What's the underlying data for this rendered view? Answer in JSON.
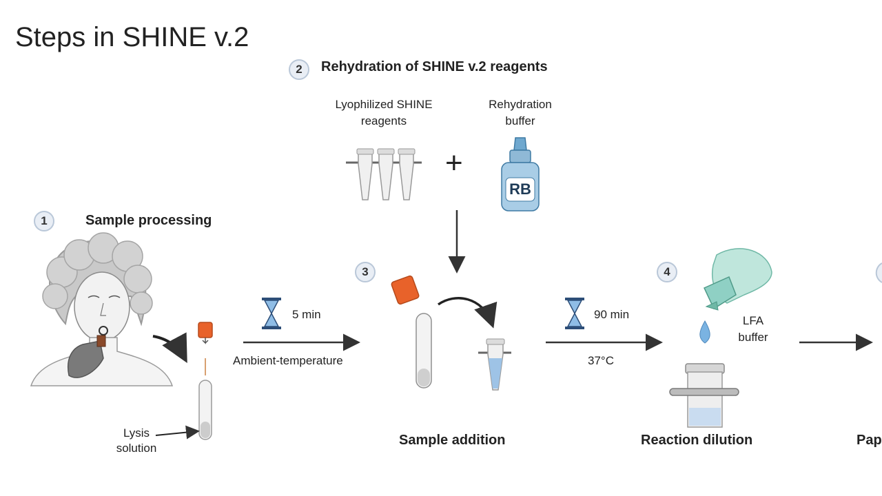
{
  "title": "Steps in SHINE v.2",
  "steps": [
    {
      "num": "1",
      "title": "Sample processing"
    },
    {
      "num": "2",
      "title": "Rehydration of SHINE v.2 reagents"
    },
    {
      "num": "3",
      "title": ""
    },
    {
      "num": "4",
      "title": ""
    }
  ],
  "labels": {
    "lyophilized": "Lyophilized SHINE reagents",
    "lyophilized_line1": "Lyophilized SHINE",
    "lyophilized_line2": "reagents",
    "rehydration_line1": "Rehydration",
    "rehydration_line2": "buffer",
    "rb": "RB",
    "plus": "+",
    "lysis_line1": "Lysis",
    "lysis_line2": "solution",
    "lfa_line1": "LFA",
    "lfa_line2": "buffer"
  },
  "arrows": [
    {
      "time": "5 min",
      "condition": "Ambient-temperature"
    },
    {
      "time": "90 min",
      "condition": "37°C"
    }
  ],
  "captions": {
    "sample_addition": "Sample addition",
    "reaction_dilution": "Reaction dilution",
    "cut_off": "Pap"
  },
  "colors": {
    "orange_cap": "#e8622a",
    "blue_liquid": "#9ec3e6",
    "teal_bottle": "#8fd0c4",
    "rb_bottle": "#8fb9d6",
    "dark_text": "#222222"
  }
}
